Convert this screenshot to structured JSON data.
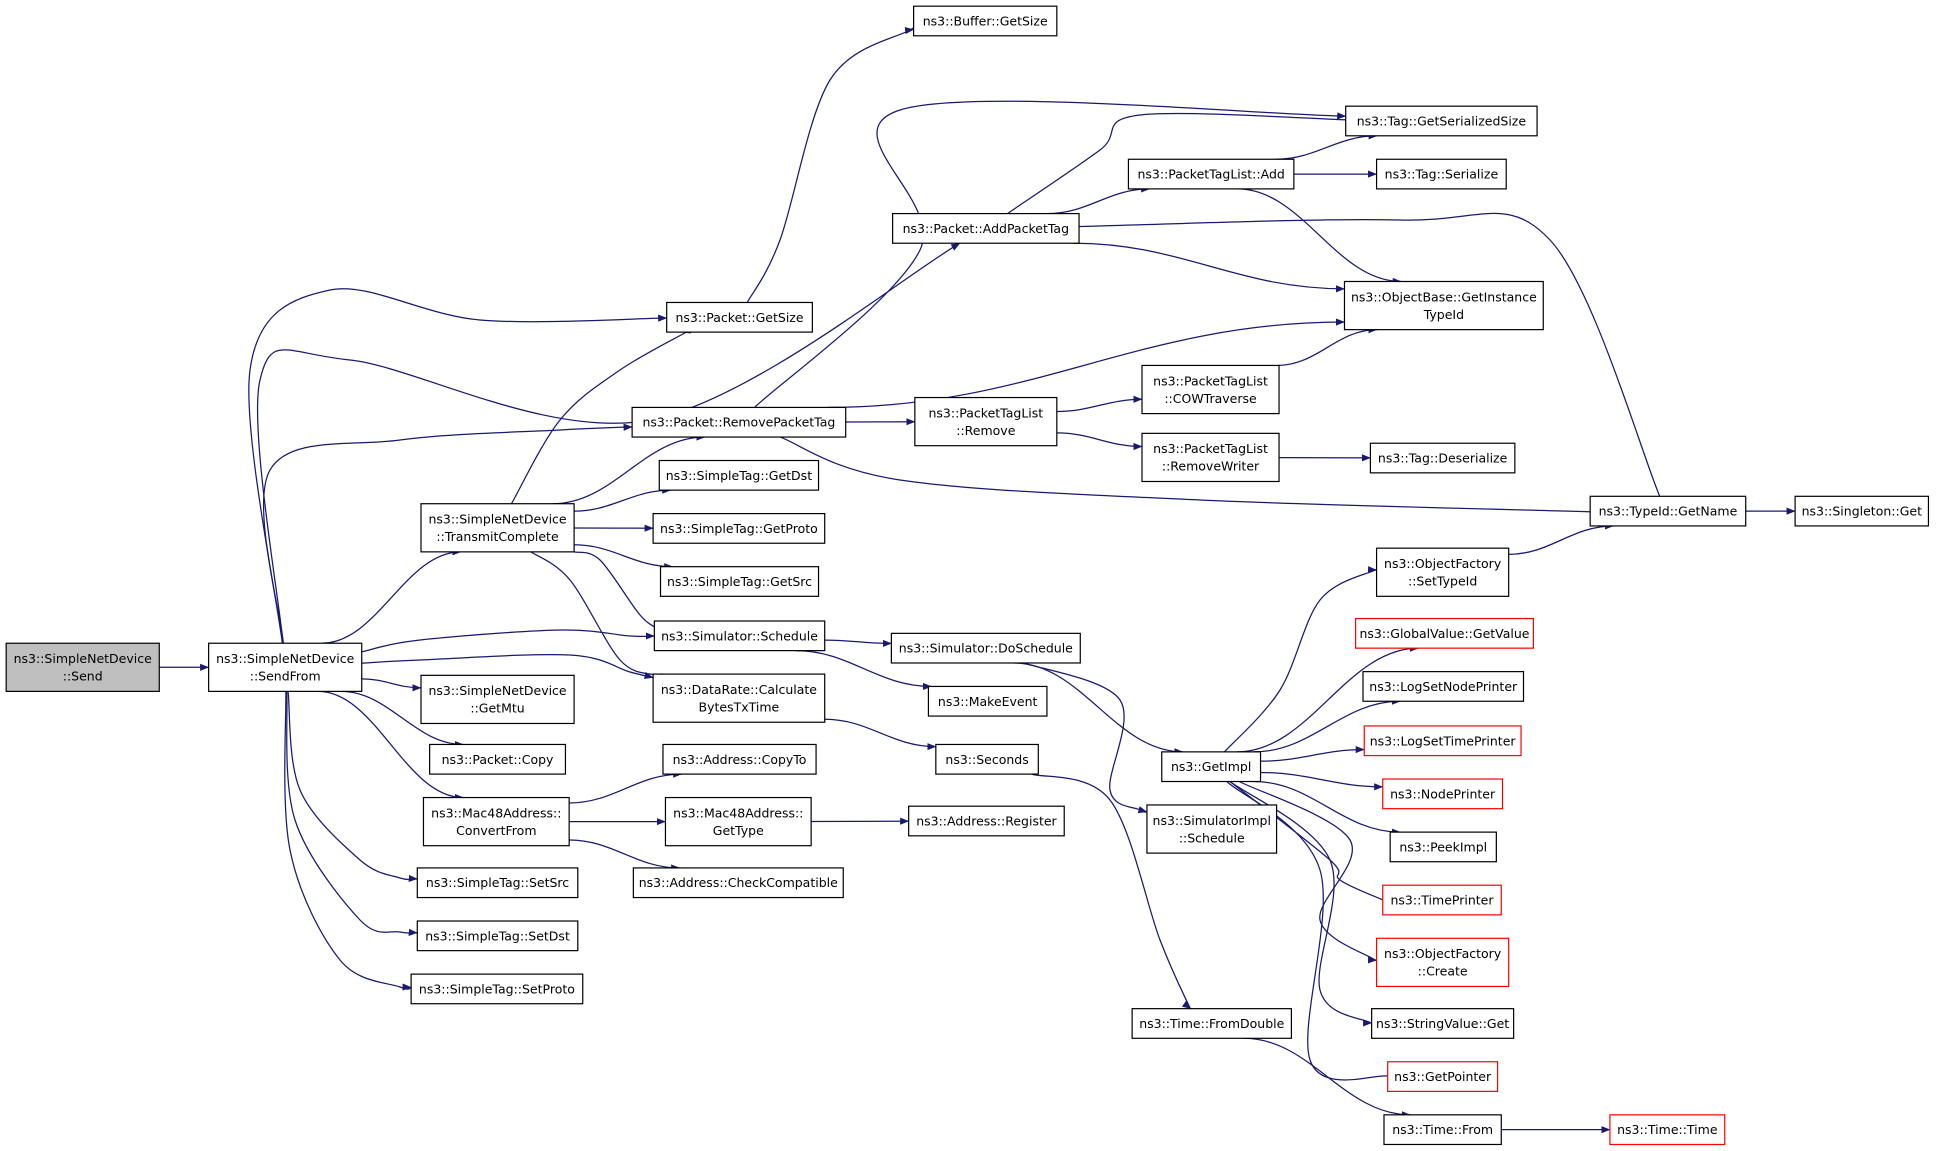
{
  "nodes": [
    {
      "id": "send",
      "lines": [
        "ns3::SimpleNetDevice",
        "::Send"
      ],
      "kind": "root"
    },
    {
      "id": "sendfrom",
      "lines": [
        "ns3::SimpleNetDevice",
        "::SendFrom"
      ],
      "kind": "normal"
    },
    {
      "id": "txcomplete",
      "lines": [
        "ns3::SimpleNetDevice",
        "::TransmitComplete"
      ],
      "kind": "normal"
    },
    {
      "id": "getmtu",
      "lines": [
        "ns3::SimpleNetDevice",
        "::GetMtu"
      ],
      "kind": "normal"
    },
    {
      "id": "pktcopy",
      "lines": [
        "ns3::Packet::Copy"
      ],
      "kind": "normal"
    },
    {
      "id": "convertfrom",
      "lines": [
        "ns3::Mac48Address::",
        "ConvertFrom"
      ],
      "kind": "normal"
    },
    {
      "id": "setsrc",
      "lines": [
        "ns3::SimpleTag::SetSrc"
      ],
      "kind": "normal"
    },
    {
      "id": "setdst",
      "lines": [
        "ns3::SimpleTag::SetDst"
      ],
      "kind": "normal"
    },
    {
      "id": "setproto",
      "lines": [
        "ns3::SimpleTag::SetProto"
      ],
      "kind": "normal"
    },
    {
      "id": "bufgetsize",
      "lines": [
        "ns3::Buffer::GetSize"
      ],
      "kind": "normal"
    },
    {
      "id": "pktgetsize",
      "lines": [
        "ns3::Packet::GetSize"
      ],
      "kind": "normal"
    },
    {
      "id": "removepkttag",
      "lines": [
        "ns3::Packet::RemovePacketTag"
      ],
      "kind": "normal"
    },
    {
      "id": "addpkttag",
      "lines": [
        "ns3::Packet::AddPacketTag"
      ],
      "kind": "normal"
    },
    {
      "id": "getdst",
      "lines": [
        "ns3::SimpleTag::GetDst"
      ],
      "kind": "normal"
    },
    {
      "id": "getproto",
      "lines": [
        "ns3::SimpleTag::GetProto"
      ],
      "kind": "normal"
    },
    {
      "id": "getsrc",
      "lines": [
        "ns3::SimpleTag::GetSrc"
      ],
      "kind": "normal"
    },
    {
      "id": "schedule",
      "lines": [
        "ns3::Simulator::Schedule"
      ],
      "kind": "normal"
    },
    {
      "id": "datarate",
      "lines": [
        "ns3::DataRate::Calculate",
        "BytesTxTime"
      ],
      "kind": "normal"
    },
    {
      "id": "copyto",
      "lines": [
        "ns3::Address::CopyTo"
      ],
      "kind": "normal"
    },
    {
      "id": "mac48gettype",
      "lines": [
        "ns3::Mac48Address::",
        "GetType"
      ],
      "kind": "normal"
    },
    {
      "id": "checkcompat",
      "lines": [
        "ns3::Address::CheckCompatible"
      ],
      "kind": "normal"
    },
    {
      "id": "tagserialsize",
      "lines": [
        "ns3::Tag::GetSerializedSize"
      ],
      "kind": "normal"
    },
    {
      "id": "ptladd",
      "lines": [
        "ns3::PacketTagList::Add"
      ],
      "kind": "normal"
    },
    {
      "id": "tagserialize",
      "lines": [
        "ns3::Tag::Serialize"
      ],
      "kind": "normal"
    },
    {
      "id": "getinstancetype",
      "lines": [
        "ns3::ObjectBase::GetInstance",
        "TypeId"
      ],
      "kind": "normal"
    },
    {
      "id": "ptlremove",
      "lines": [
        "ns3::PacketTagList",
        "::Remove"
      ],
      "kind": "normal"
    },
    {
      "id": "cowtraverse",
      "lines": [
        "ns3::PacketTagList",
        "::COWTraverse"
      ],
      "kind": "normal"
    },
    {
      "id": "removewriter",
      "lines": [
        "ns3::PacketTagList",
        "::RemoveWriter"
      ],
      "kind": "normal"
    },
    {
      "id": "tagdeserialize",
      "lines": [
        "ns3::Tag::Deserialize"
      ],
      "kind": "normal"
    },
    {
      "id": "typeidgetname",
      "lines": [
        "ns3::TypeId::GetName"
      ],
      "kind": "normal"
    },
    {
      "id": "singletonget",
      "lines": [
        "ns3::Singleton::Get"
      ],
      "kind": "normal"
    },
    {
      "id": "doschedule",
      "lines": [
        "ns3::Simulator::DoSchedule"
      ],
      "kind": "normal"
    },
    {
      "id": "makeevent",
      "lines": [
        "ns3::MakeEvent"
      ],
      "kind": "normal"
    },
    {
      "id": "seconds",
      "lines": [
        "ns3::Seconds"
      ],
      "kind": "normal"
    },
    {
      "id": "addrregister",
      "lines": [
        "ns3::Address::Register"
      ],
      "kind": "normal"
    },
    {
      "id": "getimpl",
      "lines": [
        "ns3::GetImpl"
      ],
      "kind": "normal"
    },
    {
      "id": "simimplschedule",
      "lines": [
        "ns3::SimulatorImpl",
        "::Schedule"
      ],
      "kind": "normal"
    },
    {
      "id": "fromdouble",
      "lines": [
        "ns3::Time::FromDouble"
      ],
      "kind": "normal"
    },
    {
      "id": "timefrom",
      "lines": [
        "ns3::Time::From"
      ],
      "kind": "normal"
    },
    {
      "id": "timetime",
      "lines": [
        "ns3::Time::Time"
      ],
      "kind": "truncated"
    },
    {
      "id": "ofsettypeid",
      "lines": [
        "ns3::ObjectFactory",
        "::SetTypeId"
      ],
      "kind": "normal"
    },
    {
      "id": "gvgetvalue",
      "lines": [
        "ns3::GlobalValue::GetValue"
      ],
      "kind": "truncated"
    },
    {
      "id": "logsetnode",
      "lines": [
        "ns3::LogSetNodePrinter"
      ],
      "kind": "normal"
    },
    {
      "id": "logsettime",
      "lines": [
        "ns3::LogSetTimePrinter"
      ],
      "kind": "truncated"
    },
    {
      "id": "nodeprinter",
      "lines": [
        "ns3::NodePrinter"
      ],
      "kind": "truncated"
    },
    {
      "id": "peekimpl",
      "lines": [
        "ns3::PeekImpl"
      ],
      "kind": "normal"
    },
    {
      "id": "timeprinter",
      "lines": [
        "ns3::TimePrinter"
      ],
      "kind": "truncated"
    },
    {
      "id": "ofcreate",
      "lines": [
        "ns3::ObjectFactory",
        "::Create"
      ],
      "kind": "truncated"
    },
    {
      "id": "stringvalueget",
      "lines": [
        "ns3::StringValue::Get"
      ],
      "kind": "normal"
    },
    {
      "id": "getpointer",
      "lines": [
        "ns3::GetPointer"
      ],
      "kind": "truncated"
    }
  ],
  "edges": [
    [
      "send",
      "sendfrom"
    ],
    [
      "sendfrom",
      "pktgetsize"
    ],
    [
      "sendfrom",
      "addpkttag"
    ],
    [
      "sendfrom",
      "removepkttag"
    ],
    [
      "sendfrom",
      "txcomplete"
    ],
    [
      "sendfrom",
      "schedule"
    ],
    [
      "sendfrom",
      "datarate"
    ],
    [
      "sendfrom",
      "getmtu"
    ],
    [
      "sendfrom",
      "pktcopy"
    ],
    [
      "sendfrom",
      "convertfrom"
    ],
    [
      "sendfrom",
      "setsrc"
    ],
    [
      "sendfrom",
      "setdst"
    ],
    [
      "sendfrom",
      "setproto"
    ],
    [
      "pktgetsize",
      "bufgetsize"
    ],
    [
      "txcomplete",
      "pktgetsize"
    ],
    [
      "txcomplete",
      "removepkttag"
    ],
    [
      "txcomplete",
      "getdst"
    ],
    [
      "txcomplete",
      "getproto"
    ],
    [
      "txcomplete",
      "getsrc"
    ],
    [
      "txcomplete",
      "schedule"
    ],
    [
      "txcomplete",
      "datarate"
    ],
    [
      "removepkttag",
      "tagserialsize"
    ],
    [
      "removepkttag",
      "getinstancetype"
    ],
    [
      "removepkttag",
      "ptlremove"
    ],
    [
      "removepkttag",
      "typeidgetname"
    ],
    [
      "addpkttag",
      "tagserialsize"
    ],
    [
      "addpkttag",
      "ptladd"
    ],
    [
      "addpkttag",
      "getinstancetype"
    ],
    [
      "addpkttag",
      "typeidgetname"
    ],
    [
      "ptladd",
      "tagserialsize"
    ],
    [
      "ptladd",
      "tagserialize"
    ],
    [
      "ptladd",
      "getinstancetype"
    ],
    [
      "ptlremove",
      "cowtraverse"
    ],
    [
      "ptlremove",
      "removewriter"
    ],
    [
      "cowtraverse",
      "getinstancetype"
    ],
    [
      "removewriter",
      "tagdeserialize"
    ],
    [
      "typeidgetname",
      "singletonget"
    ],
    [
      "convertfrom",
      "copyto"
    ],
    [
      "convertfrom",
      "mac48gettype"
    ],
    [
      "convertfrom",
      "checkcompat"
    ],
    [
      "mac48gettype",
      "addrregister"
    ],
    [
      "schedule",
      "doschedule"
    ],
    [
      "schedule",
      "makeevent"
    ],
    [
      "datarate",
      "seconds"
    ],
    [
      "doschedule",
      "getimpl"
    ],
    [
      "doschedule",
      "simimplschedule"
    ],
    [
      "seconds",
      "fromdouble"
    ],
    [
      "fromdouble",
      "timefrom"
    ],
    [
      "timefrom",
      "timetime"
    ],
    [
      "getimpl",
      "ofsettypeid"
    ],
    [
      "getimpl",
      "gvgetvalue"
    ],
    [
      "getimpl",
      "logsetnode"
    ],
    [
      "getimpl",
      "logsettime"
    ],
    [
      "getimpl",
      "nodeprinter"
    ],
    [
      "getimpl",
      "peekimpl"
    ],
    [
      "getimpl",
      "timeprinter"
    ],
    [
      "getimpl",
      "ofcreate"
    ],
    [
      "getimpl",
      "stringvalueget"
    ],
    [
      "getimpl",
      "getpointer"
    ],
    [
      "ofsettypeid",
      "typeidgetname"
    ]
  ]
}
